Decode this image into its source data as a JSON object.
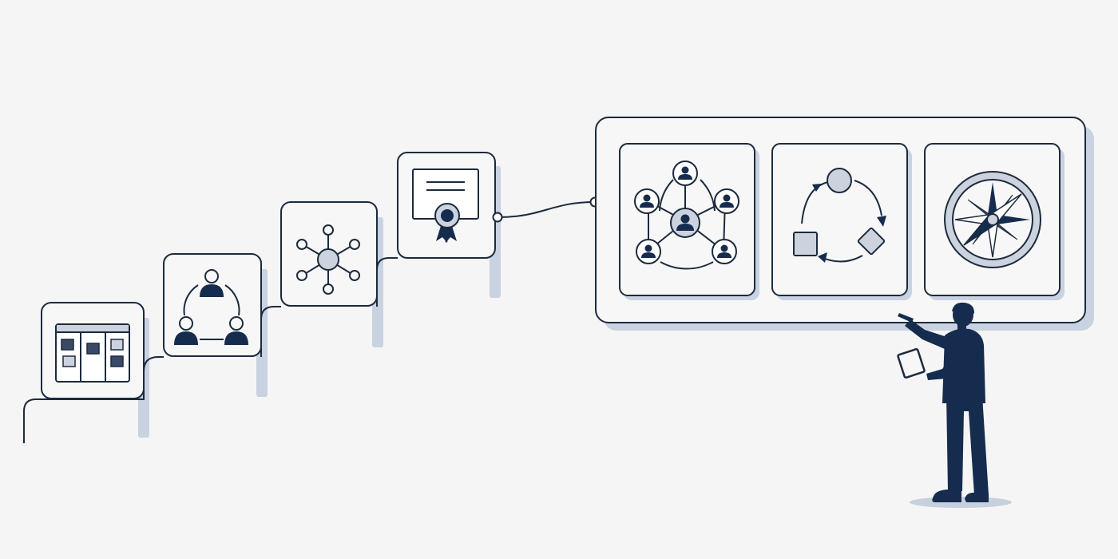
{
  "colors": {
    "background": "#f5f5f5",
    "ink": "#162c4e",
    "line": "#1c2a3d",
    "shadow": "#c9d2e0",
    "card_fill": "#f7f7f7",
    "accent_fill": "#ccd3de",
    "floor_shadow": "#c6d0de"
  },
  "staircase": {
    "steps": [
      {
        "name": "kanban-board-card",
        "icon": "kanban-board-icon"
      },
      {
        "name": "team-cycle-card",
        "icon": "team-cycle-icon"
      },
      {
        "name": "hub-network-card",
        "icon": "hub-network-icon"
      },
      {
        "name": "certificate-card",
        "icon": "certificate-award-icon"
      }
    ]
  },
  "display_board": {
    "panels": [
      {
        "name": "people-network-panel",
        "icon": "people-network-icon"
      },
      {
        "name": "process-cycle-panel",
        "icon": "process-cycle-icon"
      },
      {
        "name": "compass-panel",
        "icon": "compass-icon"
      }
    ]
  },
  "presenter": {
    "icon": "presenter-with-tablet-icon"
  }
}
